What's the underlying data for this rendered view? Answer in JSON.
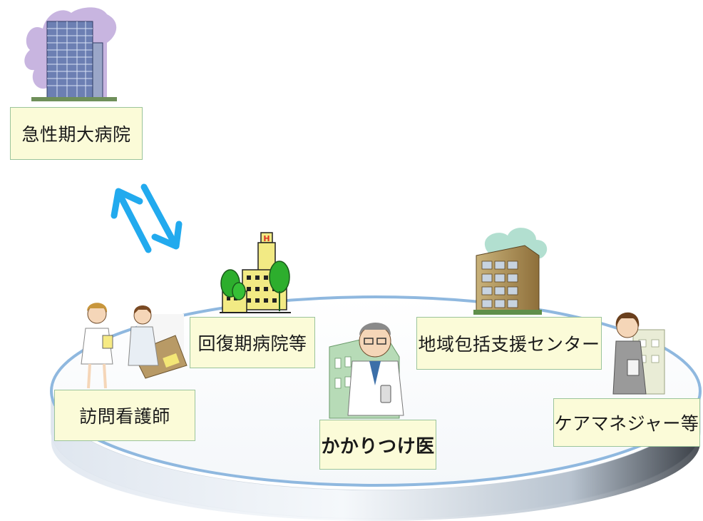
{
  "nodes": {
    "acute_hospital": "急性期大病院",
    "recovery_hospital": "回復期病院等",
    "community_center": "地域包括支援センター",
    "visiting_nurse": "訪問看護師",
    "family_doctor": "かかりつけ医",
    "care_manager": "ケアマネジャー等"
  },
  "colors": {
    "label_fill": "#fbfbd8",
    "label_border": "#9bc49b",
    "arrow": "#22aaee",
    "ring_edge": "#8fb8df"
  },
  "icons": {
    "acute_hospital": "high-rise-hospital-icon",
    "recovery_hospital": "hospital-with-trees-icon",
    "community_center": "community-center-building-icon",
    "visiting_nurse": "nurse-and-caregiver-icon",
    "family_doctor": "doctor-icon",
    "care_manager": "care-manager-woman-icon"
  }
}
